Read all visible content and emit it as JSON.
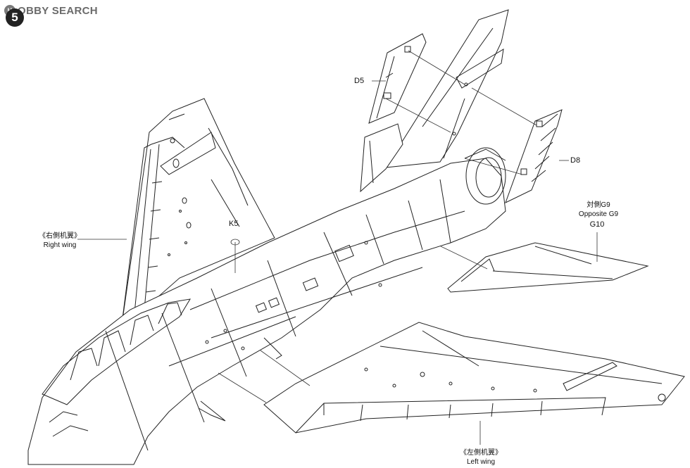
{
  "watermark": {
    "brand": "H",
    "text": "OBBY SEARCH"
  },
  "step": {
    "number": "5"
  },
  "parts": {
    "d5": "D5",
    "d8": "D8",
    "k5": "K5",
    "g9_cn": "対側G9",
    "g9_en": "Opposite G9",
    "g10": "G10"
  },
  "right_wing": {
    "cn": "《右側机翼》",
    "en": "Right wing"
  },
  "left_wing": {
    "cn": "《左側机翼》",
    "en": "Left wing"
  }
}
